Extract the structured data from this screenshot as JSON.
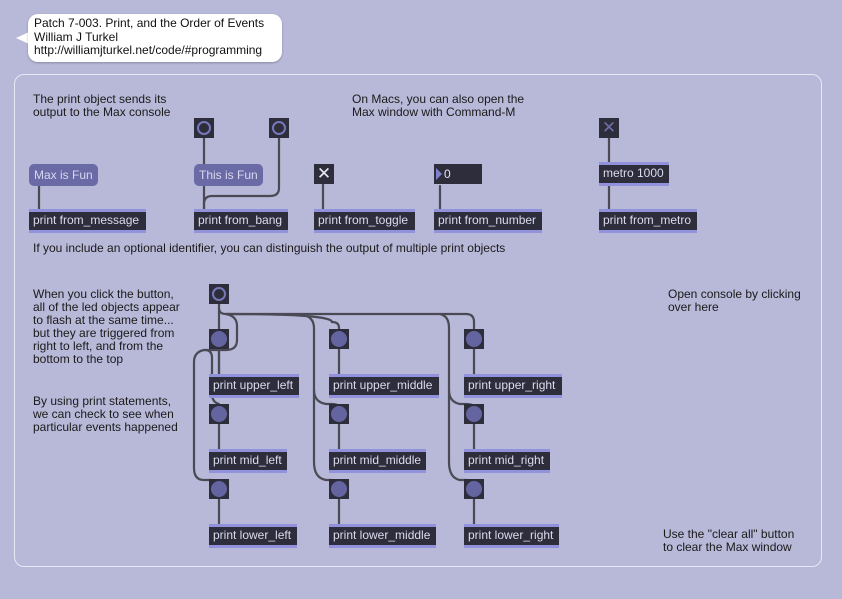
{
  "header_bubble": {
    "lines": [
      "Patch 7-003. Print, and the Order of Events",
      "William J Turkel",
      "http://williamjturkel.net/code/#programming"
    ]
  },
  "comments": {
    "print_console": "The print object sends its\noutput to the Max console",
    "mac_shortcut": "On Macs, you can also open the\nMax window with Command-M",
    "identifier": "If you include an optional identifier, you can distinguish the output of multiple print objects",
    "order": "When you click the button,\nall of the led objects appear\nto flash at the same time...\nbut they are triggered from\nright to left, and from the\nbottom to the top",
    "print_statements": "By using print statements,\nwe can check to see when\nparticular events happened",
    "open_console": "Open console by clicking\nover here",
    "clear_all": "Use the \"clear all\" button\nto clear the Max window"
  },
  "messages": {
    "max_is_fun": "Max is Fun",
    "this_is_fun": "This is Fun"
  },
  "number_box": {
    "value": "0"
  },
  "objects": {
    "print_from_message": "print from_message",
    "print_from_bang": "print from_bang",
    "print_from_toggle": "print from_toggle",
    "print_from_number": "print from_number",
    "metro": "metro 1000",
    "print_from_metro": "print from_metro",
    "print_upper_left": "print upper_left",
    "print_upper_middle": "print upper_middle",
    "print_upper_right": "print upper_right",
    "print_mid_left": "print mid_left",
    "print_mid_middle": "print mid_middle",
    "print_mid_right": "print mid_right",
    "print_lower_left": "print lower_left",
    "print_lower_middle": "print lower_middle",
    "print_lower_right": "print lower_right"
  },
  "toggles": {
    "from_toggle_state": "on",
    "metro_toggle_state": "off"
  },
  "icons": {
    "toggle_glyph": "✕"
  }
}
